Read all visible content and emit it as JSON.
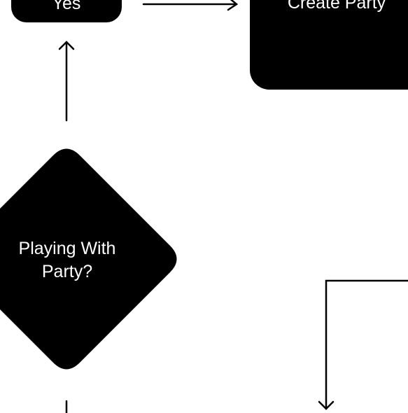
{
  "nodes": {
    "yes": {
      "label": "Yes"
    },
    "create_party": {
      "label": "Create Party"
    },
    "decision": {
      "line1": "Playing With",
      "line2": "Party?"
    }
  },
  "colors": {
    "node_fill": "#000000",
    "node_text": "#ffffff",
    "connector": "#000000",
    "background": "#ffffff"
  }
}
